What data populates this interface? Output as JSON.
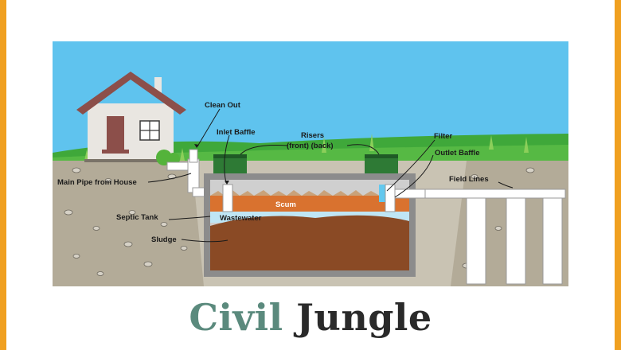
{
  "brand": {
    "word1": "Civil",
    "word2": "Jungle"
  },
  "labels": {
    "clean_out": "Clean Out",
    "inlet_baffle": "Inlet Baffle",
    "risers": "Risers",
    "risers_sub": "(front) (back)",
    "filter": "Filter",
    "outlet_baffle": "Outlet Baffle",
    "field_lines": "Field Lines",
    "main_pipe": "Main Pipe from House",
    "septic_tank": "Septic Tank",
    "scum": "Scum",
    "wastewater": "Wastewater",
    "sludge": "Sludge"
  },
  "colors": {
    "sky": "#5fc3ee",
    "grass": "#3fa83a",
    "soil": "#b3ab98",
    "tank_wall": "#8c8c8c",
    "scum": "#d9722f",
    "wastewater": "#bfe6f5",
    "sludge": "#8a4a25",
    "riser": "#2e7a35",
    "roof": "#8c4f4a",
    "brand_green": "#5b8a7d",
    "brand_dark": "#2a2a2a",
    "border": "#f0a020"
  }
}
